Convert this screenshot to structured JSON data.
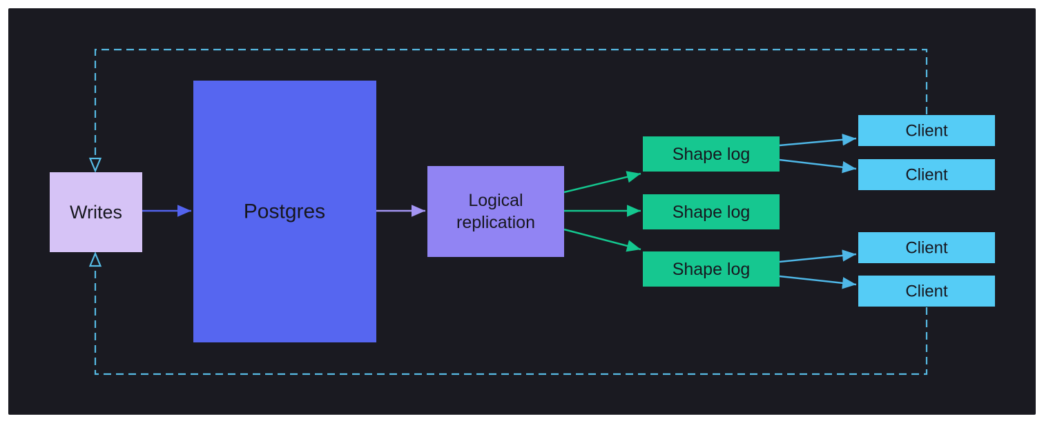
{
  "diagram": {
    "description": "Data flow diagram: Writes into Postgres, logical replication fan-out to shape logs, shape logs served to clients, dashed feedback loop from clients back to writes",
    "panel_background": "#1a1a21",
    "page_background": "#ffffff"
  },
  "colors": {
    "writes_box": "#d6c3f6",
    "postgres_box": "#5666f0",
    "logical_replication_box": "#9184f3",
    "shape_log_box": "#16c790",
    "client_box": "#55ccf6",
    "arrow_indigo": "#5363ee",
    "arrow_purple": "#a495f4",
    "arrow_green": "#14c78f",
    "arrow_cyan": "#4fb8e8",
    "loop_dashed": "#57bce5",
    "node_text": "#17171f"
  },
  "nodes": {
    "writes": {
      "label": "Writes"
    },
    "postgres": {
      "label": "Postgres"
    },
    "logical_replication": {
      "label_line1": "Logical",
      "label_line2": "replication"
    },
    "shape_logs": [
      {
        "label": "Shape log"
      },
      {
        "label": "Shape log"
      },
      {
        "label": "Shape log"
      }
    ],
    "clients": [
      {
        "label": "Client"
      },
      {
        "label": "Client"
      },
      {
        "label": "Client"
      },
      {
        "label": "Client"
      }
    ]
  },
  "edges": [
    {
      "from": "writes",
      "to": "postgres",
      "style": "solid",
      "color": "#5363ee"
    },
    {
      "from": "postgres",
      "to": "logical_replication",
      "style": "solid",
      "color": "#a495f4"
    },
    {
      "from": "logical_replication",
      "to": "shape_log_1",
      "style": "solid",
      "color": "#14c78f"
    },
    {
      "from": "logical_replication",
      "to": "shape_log_2",
      "style": "solid",
      "color": "#14c78f"
    },
    {
      "from": "logical_replication",
      "to": "shape_log_3",
      "style": "solid",
      "color": "#14c78f"
    },
    {
      "from": "shape_log_1",
      "to": "client_1",
      "style": "solid",
      "color": "#4fb8e8"
    },
    {
      "from": "shape_log_1",
      "to": "client_2",
      "style": "solid",
      "color": "#4fb8e8"
    },
    {
      "from": "shape_log_3",
      "to": "client_3",
      "style": "solid",
      "color": "#4fb8e8"
    },
    {
      "from": "shape_log_3",
      "to": "client_4",
      "style": "solid",
      "color": "#4fb8e8"
    },
    {
      "from": "client_1",
      "to": "writes",
      "style": "dashed",
      "route": "top-loop",
      "color": "#57bce5"
    },
    {
      "from": "client_4",
      "to": "writes",
      "style": "dashed",
      "route": "bottom-loop",
      "color": "#57bce5"
    }
  ]
}
